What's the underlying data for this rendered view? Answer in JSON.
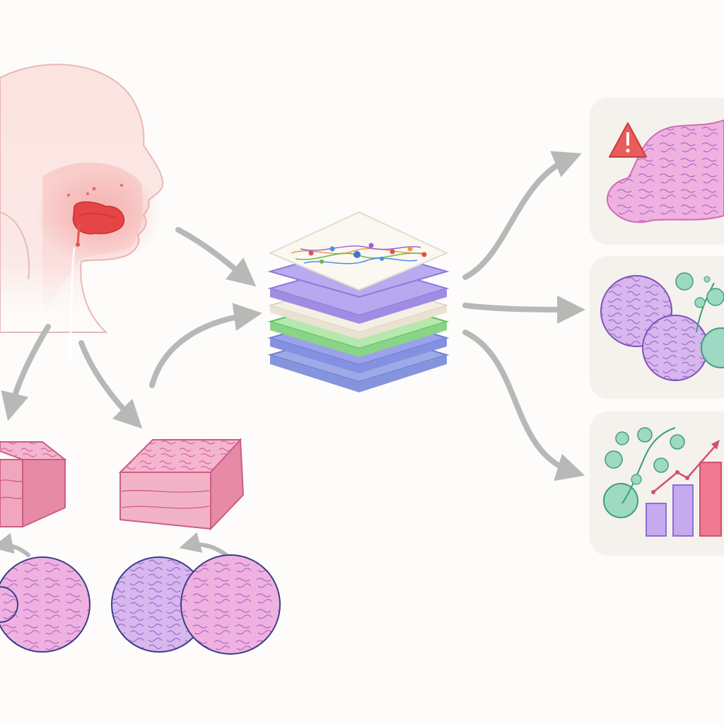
{
  "diagram": {
    "stages": [
      {
        "id": "source",
        "icon": "head-profile-icon"
      },
      {
        "id": "tissue-block-a",
        "icon": "tissue-block-icon"
      },
      {
        "id": "tissue-block-b",
        "icon": "tissue-block-icon"
      },
      {
        "id": "slide-stack",
        "icon": "slide-stack-icon"
      },
      {
        "id": "output-tumor",
        "icon": "warning-icon"
      },
      {
        "id": "output-cells",
        "icon": "cell-cluster-icon"
      },
      {
        "id": "output-trend",
        "icon": "bar-chart-icon"
      }
    ],
    "colors": {
      "background": "#fdfcfb",
      "arrow": "#b7b9b7",
      "tissue_pink": "#f2a7c8",
      "tissue_purple": "#c8a2e6",
      "layer_purple": "#a89be8",
      "layer_green": "#a6e0a0",
      "layer_blue": "#9eaae8",
      "warning_red": "#ea5b5b",
      "bar_purple": "#c5aaf0",
      "bar_pink": "#f07a92",
      "branch_teal": "#6cc7a8"
    }
  }
}
